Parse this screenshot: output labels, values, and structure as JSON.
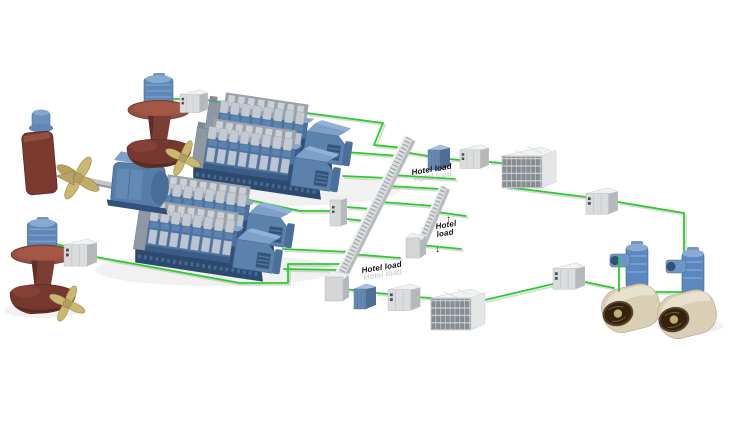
{
  "diagram": {
    "background": "#ffffff",
    "labels": {
      "hotel_load_top": "Hotel load",
      "hotel_load_mid_line1": "Hotel",
      "hotel_load_mid_line2": "load",
      "hotel_load_bottom": "Hotel load",
      "arrow_up": "↑",
      "arrow_down": "↓"
    },
    "colors": {
      "cable_green": "#2acb2a",
      "engine_blue": "#4c73a0",
      "generator_blue": "#5b81ad",
      "motor_blue": "#5d88bf",
      "thruster_brown": "#7b3e33",
      "propeller_gold": "#c9b877",
      "pod_cream": "#d8cfb4",
      "cabinet_gray": "#dadcdd",
      "busbar_gray": "#dcdee0",
      "label_black": "#111111"
    },
    "components": [
      "retractable-azimuth-thruster",
      "thruster-drive-1",
      "rudder",
      "shaft-line-propeller",
      "propulsion-motor",
      "bow-azimuth-thruster",
      "thruster-drive-2",
      "diesel-genset-1",
      "diesel-genset-2",
      "diesel-genset-3",
      "diesel-genset-4",
      "main-switchboard",
      "distribution-panel",
      "secondary-switchboard",
      "transformer-1",
      "converter-cabinet-1",
      "energy-storage-bank-1",
      "transformer-2",
      "converter-cabinet-2",
      "energy-storage-bank-2",
      "pod-drive-1",
      "pod-drive-2",
      "azimuth-pod-thruster-1",
      "azimuth-pod-thruster-2"
    ]
  }
}
